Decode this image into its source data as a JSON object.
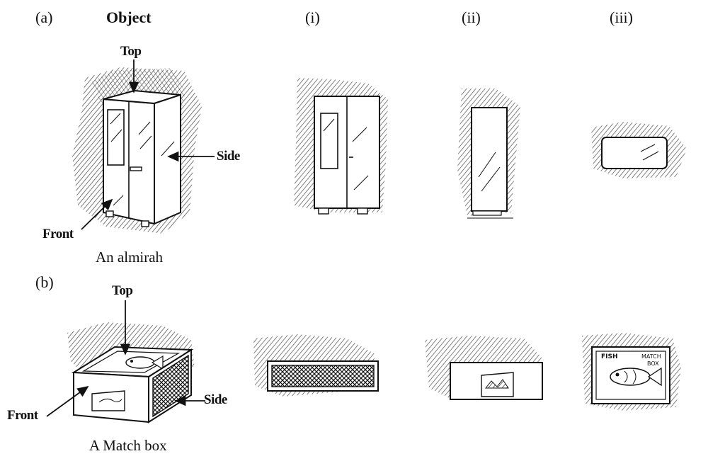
{
  "row_a": {
    "label": "(a)",
    "object_header": "Object",
    "col_i": "(i)",
    "col_ii": "(ii)",
    "col_iii": "(iii)",
    "top": "Top",
    "side": "Side",
    "front": "Front",
    "caption": "An almirah"
  },
  "row_b": {
    "label": "(b)",
    "top": "Top",
    "side": "Side",
    "front": "Front",
    "caption": "A Match box",
    "box_print": {
      "brand": "FISH",
      "match": "MATCH",
      "box": "BOX"
    }
  },
  "colors": {
    "ink": "#111111",
    "hatch": "#222222",
    "paper": "#ffffff"
  }
}
